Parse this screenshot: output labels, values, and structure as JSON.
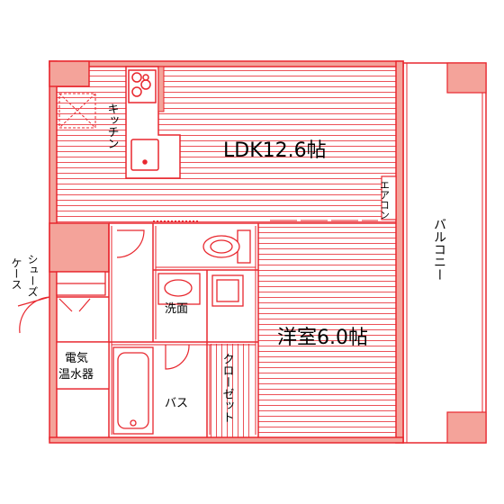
{
  "rooms": {
    "ldk": "LDK12.6帖",
    "western": "洋室6.0帖",
    "kitchen": "キッチン",
    "aircon": "エアコン",
    "balcony": "バルコニー",
    "shoe_case": "シューズケース",
    "washroom": "洗面",
    "bath": "バス",
    "closet": "クローゼット",
    "water_heater_line1": "電気",
    "water_heater_line2": "温水器"
  },
  "colors": {
    "line": "#e8272e",
    "fill": "#f4a39a",
    "stripe": "#e8272e"
  }
}
